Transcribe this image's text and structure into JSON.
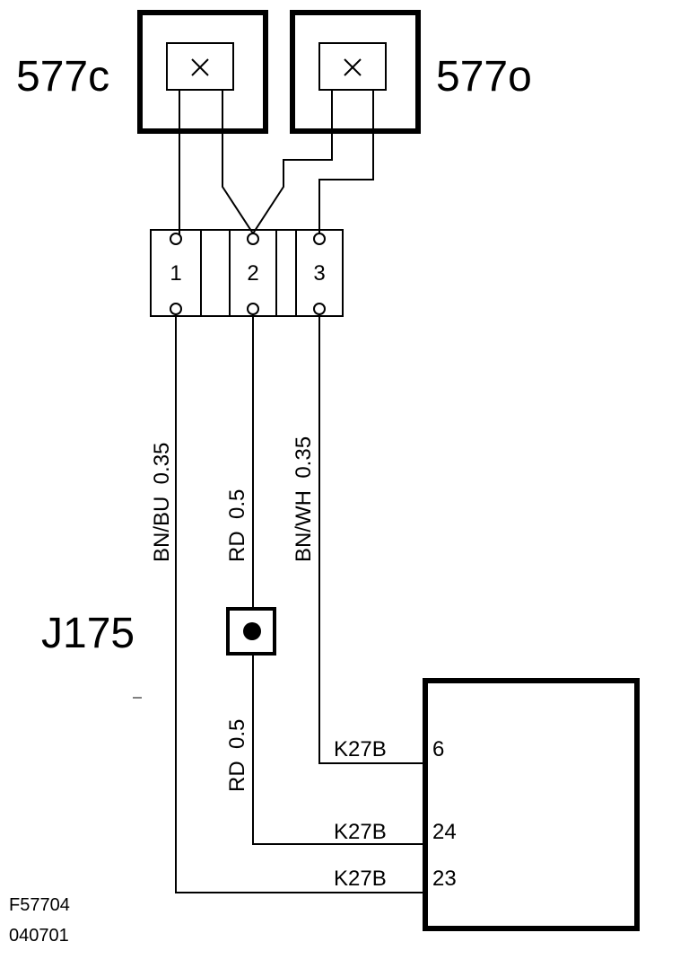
{
  "components": {
    "left_switch": {
      "label": "577c"
    },
    "right_switch": {
      "label": "577o"
    },
    "junction": {
      "label": "J175"
    }
  },
  "connector": {
    "pins": [
      "1",
      "2",
      "3"
    ]
  },
  "wires": {
    "w1": {
      "label": "BN/BU  0.35"
    },
    "w2_upper": {
      "label": "RD  0.5"
    },
    "w2_lower": {
      "label": "RD  0.5"
    },
    "w3": {
      "label": "BN/WH  0.35"
    }
  },
  "module": {
    "pins": [
      {
        "conn": "K27B",
        "pin": "6"
      },
      {
        "conn": "K27B",
        "pin": "24"
      },
      {
        "conn": "K27B",
        "pin": "23"
      }
    ]
  },
  "footer": {
    "figure_id": "F57704",
    "date_code": "040701"
  },
  "colors": {
    "line": "#000000",
    "background": "#ffffff"
  }
}
